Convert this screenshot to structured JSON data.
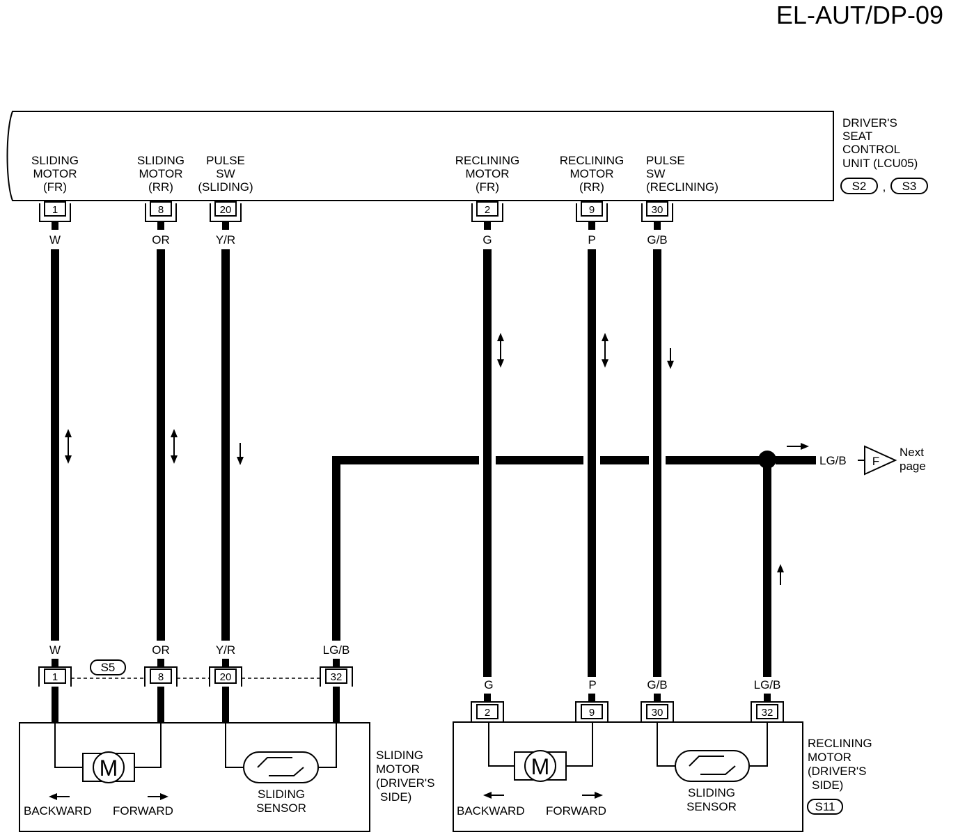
{
  "page_code": "EL-AUT/DP-09",
  "control_unit": {
    "name_lines": [
      "DRIVER'S",
      "SEAT",
      "CONTROL",
      "UNIT (LCU05)"
    ],
    "connectors": [
      "S2",
      "S3"
    ],
    "separator": ","
  },
  "terminals": [
    {
      "id": "t1",
      "pin": "1",
      "label_lines": [
        "SLIDING",
        "MOTOR",
        "(FR)"
      ],
      "wire_color": "W"
    },
    {
      "id": "t8",
      "pin": "8",
      "label_lines": [
        "SLIDING",
        "MOTOR",
        "(RR)"
      ],
      "wire_color": "OR"
    },
    {
      "id": "t20",
      "pin": "20",
      "label_lines": [
        "PULSE",
        "SW",
        "(SLIDING)"
      ],
      "wire_color": "Y/R"
    },
    {
      "id": "t2",
      "pin": "2",
      "label_lines": [
        "RECLINING",
        "MOTOR",
        "(FR)"
      ],
      "wire_color": "G"
    },
    {
      "id": "t9",
      "pin": "9",
      "label_lines": [
        "RECLINING",
        "MOTOR",
        "(RR)"
      ],
      "wire_color": "P"
    },
    {
      "id": "t30",
      "pin": "30",
      "label_lines": [
        "PULSE",
        "SW",
        "(RECLINING)"
      ],
      "wire_color": "G/B"
    }
  ],
  "ground_wire": {
    "color": "LG/B",
    "offpage_ref": "F",
    "offpage_text_lines": [
      "Next",
      "page"
    ]
  },
  "sliding_motor": {
    "name_lines": [
      "SLIDING",
      "MOTOR",
      "(DRIVER'S",
      "SIDE)"
    ],
    "connector": "S5",
    "pins": [
      {
        "pin": "1",
        "color": "W"
      },
      {
        "pin": "8",
        "color": "OR"
      },
      {
        "pin": "20",
        "color": "Y/R"
      },
      {
        "pin": "32",
        "color": "LG/B"
      }
    ],
    "motor_symbol": "M",
    "sensor_lines": [
      "SLIDING",
      "SENSOR"
    ],
    "backward": "BACKWARD",
    "forward": "FORWARD"
  },
  "reclining_motor": {
    "name_lines": [
      "RECLINING",
      "MOTOR",
      "(DRIVER'S",
      "SIDE)"
    ],
    "connector": "S11",
    "pins": [
      {
        "pin": "2",
        "color": "G"
      },
      {
        "pin": "9",
        "color": "P"
      },
      {
        "pin": "30",
        "color": "G/B"
      },
      {
        "pin": "32",
        "color": "LG/B"
      }
    ],
    "motor_symbol": "M",
    "sensor_lines": [
      "SLIDING",
      "SENSOR"
    ],
    "backward": "BACKWARD",
    "forward": "FORWARD"
  }
}
